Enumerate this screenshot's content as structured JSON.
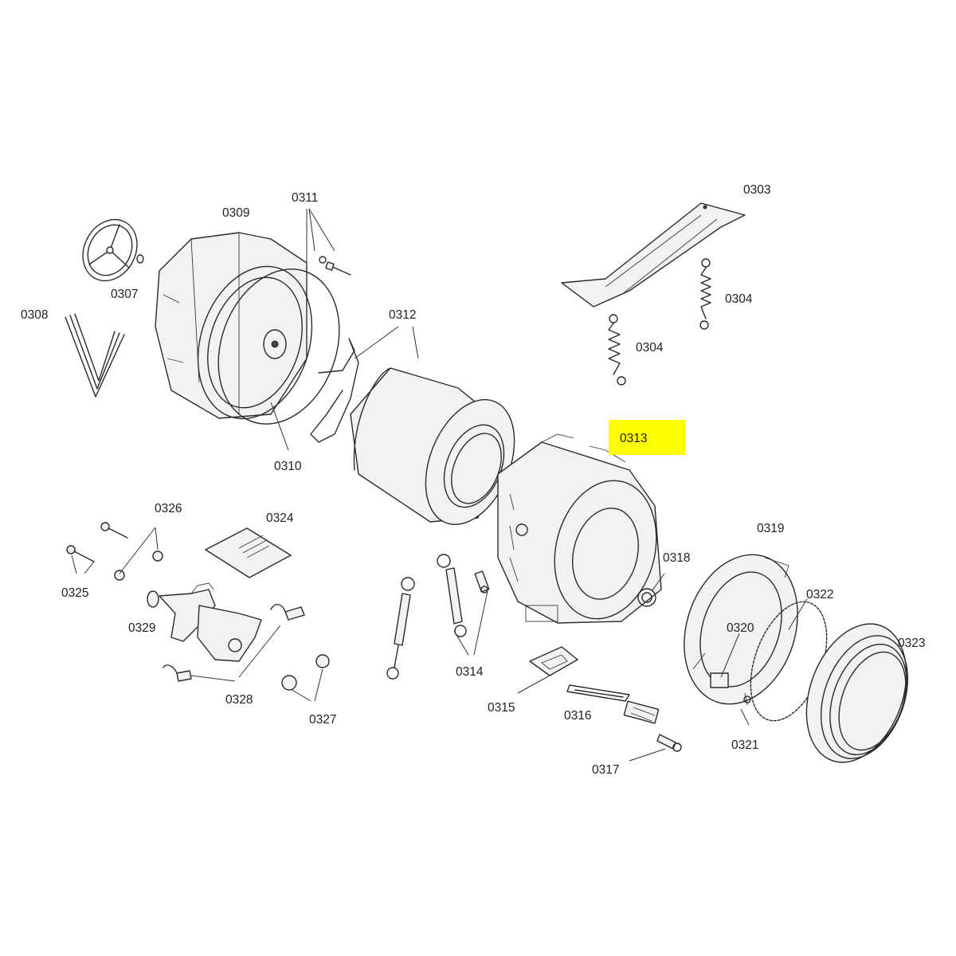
{
  "highlight_color": "#ffff00",
  "labels": {
    "p0303": "0303",
    "p0304a": "0304",
    "p0304b": "0304",
    "p0307": "0307",
    "p0308": "0308",
    "p0309": "0309",
    "p0310": "0310",
    "p0311": "0311",
    "p0312": "0312",
    "p0313": "0313",
    "p0314": "0314",
    "p0315": "0315",
    "p0316": "0316",
    "p0317": "0317",
    "p0318": "0318",
    "p0319": "0319",
    "p0320": "0320",
    "p0321": "0321",
    "p0322": "0322",
    "p0323": "0323",
    "p0324": "0324",
    "p0325": "0325",
    "p0326": "0326",
    "p0327": "0327",
    "p0328": "0328",
    "p0329": "0329"
  }
}
